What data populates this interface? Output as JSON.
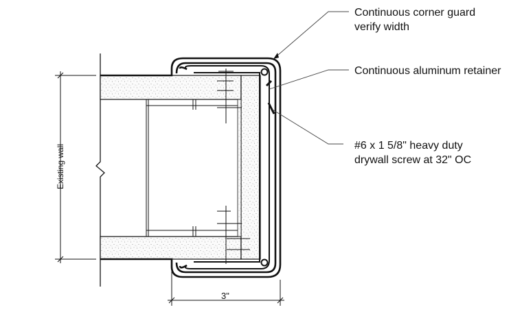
{
  "notes": {
    "corner_guard": [
      "Continuous corner guard",
      "verify width"
    ],
    "retainer": "Continuous aluminum retainer",
    "screw": [
      "#6 x 1 5/8\" heavy duty",
      "drywall screw at 32\" OC"
    ]
  },
  "dimensions": {
    "width": "3\""
  },
  "labels": {
    "existing_wall": "Existing wall"
  }
}
